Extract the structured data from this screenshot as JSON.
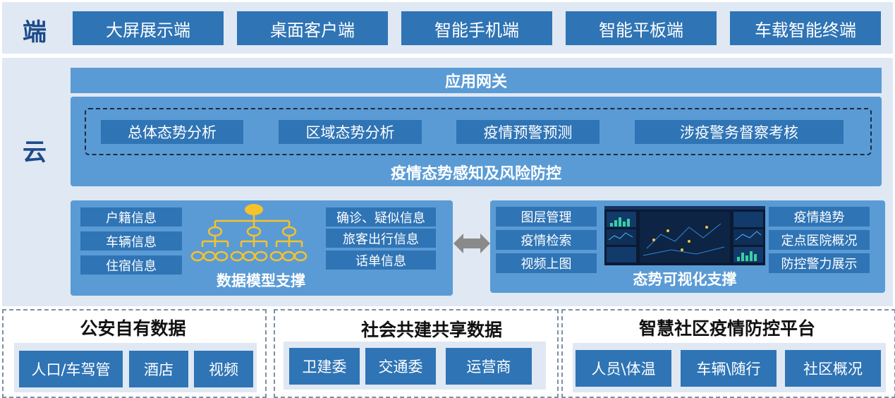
{
  "top": {
    "label": "端",
    "terminals": [
      "大屏展示端",
      "桌面客户端",
      "智能手机端",
      "智能平板端",
      "车载智能终端"
    ]
  },
  "cloud": {
    "label": "云",
    "gateway": "应用网关",
    "analysis_items": [
      "总体态势分析",
      "区域态势分析",
      "疫情预警预测",
      "涉疫警务督察考核"
    ],
    "analysis_title": "疫情态势感知及风险防控",
    "data_model": {
      "left_items": [
        "户籍信息",
        "车辆信息",
        "住宿信息"
      ],
      "right_items": [
        "确诊、疑似信息",
        "旅客出行信息",
        "话单信息"
      ],
      "title": "数据模型支撑"
    },
    "visual": {
      "left_items": [
        "图层管理",
        "疫情检索",
        "视频上图"
      ],
      "right_items": [
        "疫情趋势",
        "定点医院概况",
        "防控警力展示"
      ],
      "title": "态势可视化支撑"
    }
  },
  "sources": [
    {
      "title": "公安自有数据",
      "items": [
        "人口/车驾管",
        "酒店",
        "视频"
      ]
    },
    {
      "title": "社会共建共享数据",
      "items": [
        "卫建委",
        "交通委",
        "运营商"
      ]
    },
    {
      "title": "智慧社区疫情防控平台",
      "items": [
        "人员\\体温",
        "车辆\\随行",
        "社区概况"
      ]
    }
  ],
  "colors": {
    "primary_box": "#2f74b5",
    "light_box": "#5a9bd5",
    "band": "#dfe8f3",
    "label": "#1d4a8a"
  }
}
